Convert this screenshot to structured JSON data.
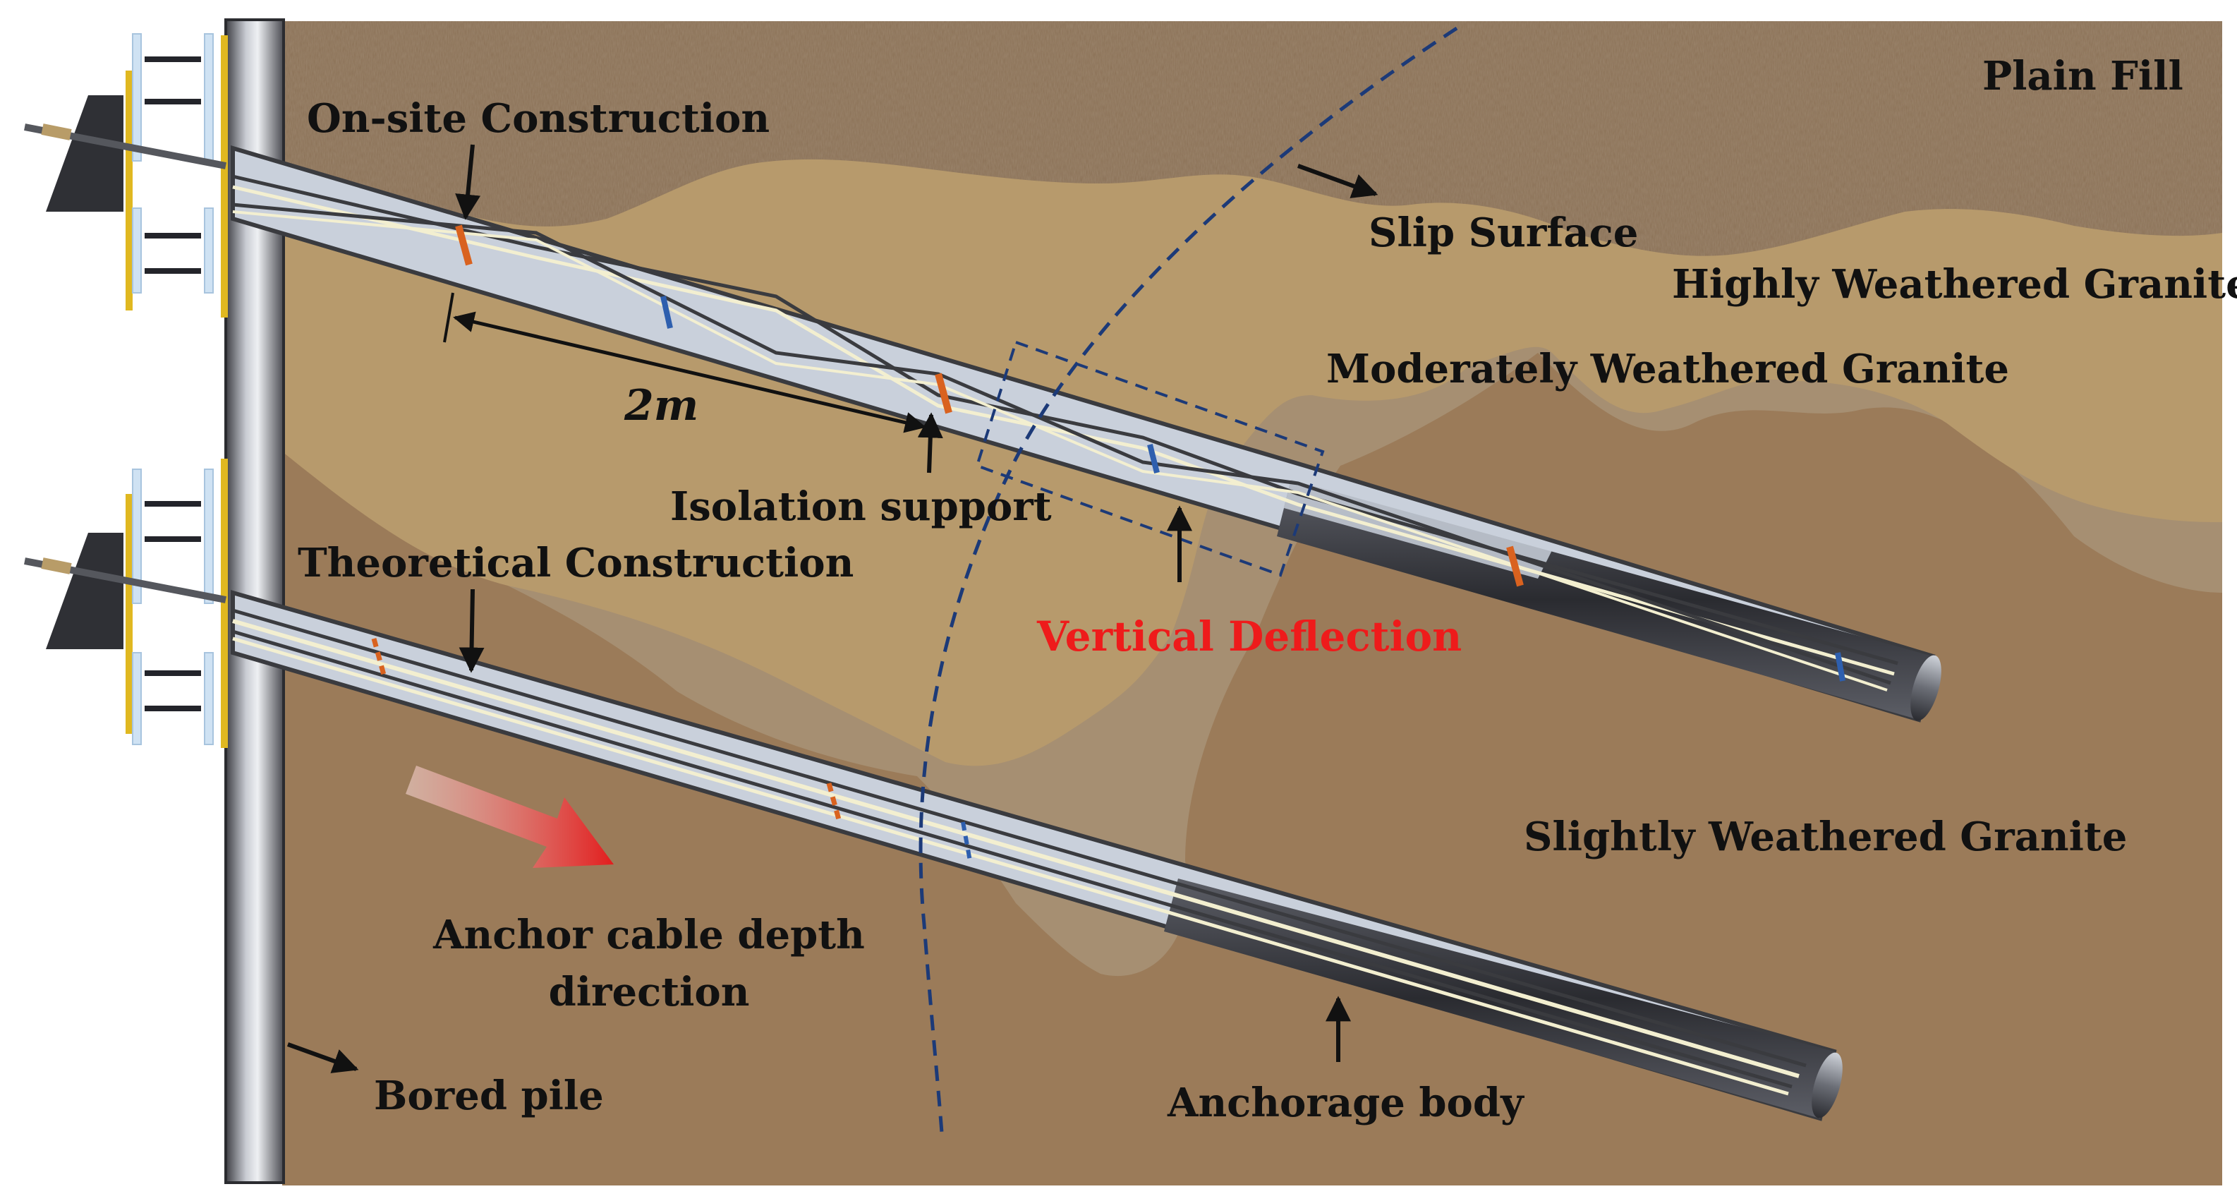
{
  "labels": {
    "plain_fill": "Plain Fill",
    "on_site_construction": "On-site Construction",
    "slip_surface": "Slip Surface",
    "highly_weathered_granite": "Highly Weathered Granite",
    "moderately_weathered_granite": "Moderately Weathered Granite",
    "distance": "2m",
    "isolation_support": "Isolation support",
    "theoretical_construction": "Theoretical Construction",
    "vertical_deflection": "Vertical Deflection",
    "slightly_weathered_granite": "Slightly Weathered Granite",
    "anchor_cable_depth_direction": "Anchor cable depth direction",
    "bored_pile": "Bored pile",
    "anchorage_body": "Anchorage body"
  },
  "colors": {
    "plain_fill": "#8a7055",
    "highly_weathered": "#b79a6c",
    "moderately_weathered": "#a68f72",
    "slightly_weathered": "#9b7b59",
    "anchor_body": "#c9d0db",
    "anchor_dark": "#3a3b3f",
    "spacer_orange": "#d9621f",
    "spacer_blue": "#2e5fae",
    "highlight_red": "#ee1b1b",
    "slip_surface_line": "#1c3a78"
  }
}
